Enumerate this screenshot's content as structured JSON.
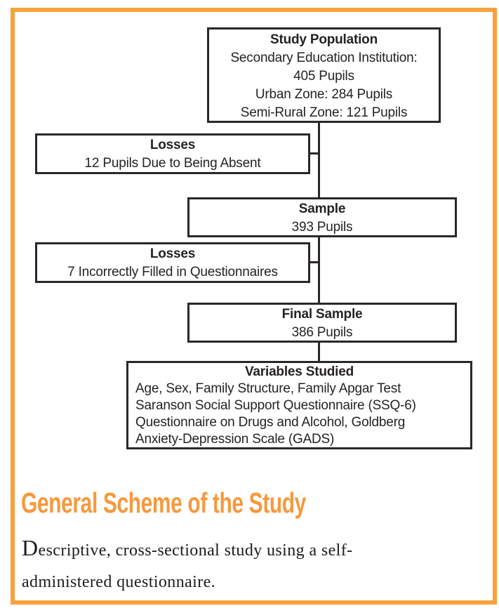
{
  "figure": {
    "accent_color": "#F9A13C",
    "line_color": "#2B2728"
  },
  "flowchart": {
    "study_population": {
      "title": "Study Population",
      "lines": [
        "Secondary Education Institution:",
        "405 Pupils",
        "Urban Zone: 284 Pupils",
        "Semi-Rural Zone: 121 Pupils"
      ]
    },
    "losses_absent": {
      "title": "Losses",
      "lines": [
        "12 Pupils Due to Being Absent"
      ]
    },
    "sample": {
      "title": "Sample",
      "lines": [
        "393 Pupils"
      ]
    },
    "losses_questionnaires": {
      "title": "Losses",
      "lines": [
        "7 Incorrectly Filled in Questionnaires"
      ]
    },
    "final_sample": {
      "title": "Final Sample",
      "lines": [
        "386 Pupils"
      ]
    },
    "variables_studied": {
      "title": "Variables Studied",
      "lines": [
        "Age, Sex, Family Structure, Family Apgar Test",
        "Saranson Social Support Questionnaire (SSQ-6)",
        "Questionnaire on Drugs and Alcohol, Goldberg",
        "Anxiety-Depression Scale (GADS)"
      ]
    }
  },
  "caption": {
    "heading": "General Scheme of the Study",
    "line1_initial": "D",
    "line1_rest": "escriptive, cross-sectional study using a self-",
    "line2": "administered questionnaire."
  }
}
